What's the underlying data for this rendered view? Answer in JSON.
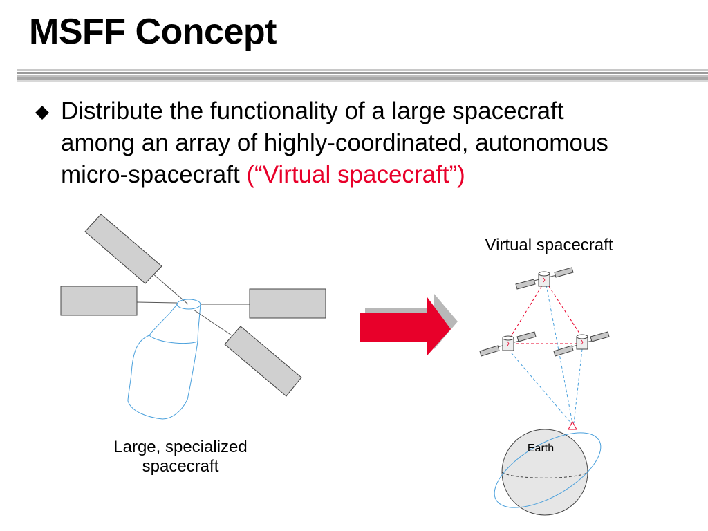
{
  "slide": {
    "title": "MSFF Concept",
    "bullet": {
      "line1": "Distribute the functionality of a large spacecraft",
      "line2": "among an array of highly-coordinated, autonomous",
      "line3_prefix": "micro-spacecraft ",
      "line3_highlight": "(“Virtual spacecraft”)"
    }
  },
  "diagram": {
    "left_caption_line1": "Large, specialized",
    "left_caption_line2": "spacecraft",
    "right_caption": "Virtual spacecraft",
    "earth_label": "Earth"
  },
  "colors": {
    "highlight": "#e8002a",
    "panel_fill": "#d0d0d0",
    "body_outline": "#4aa0dc",
    "link_red": "#e8002a",
    "link_blue": "#4aa0dc",
    "arrow": "#e8002a"
  }
}
